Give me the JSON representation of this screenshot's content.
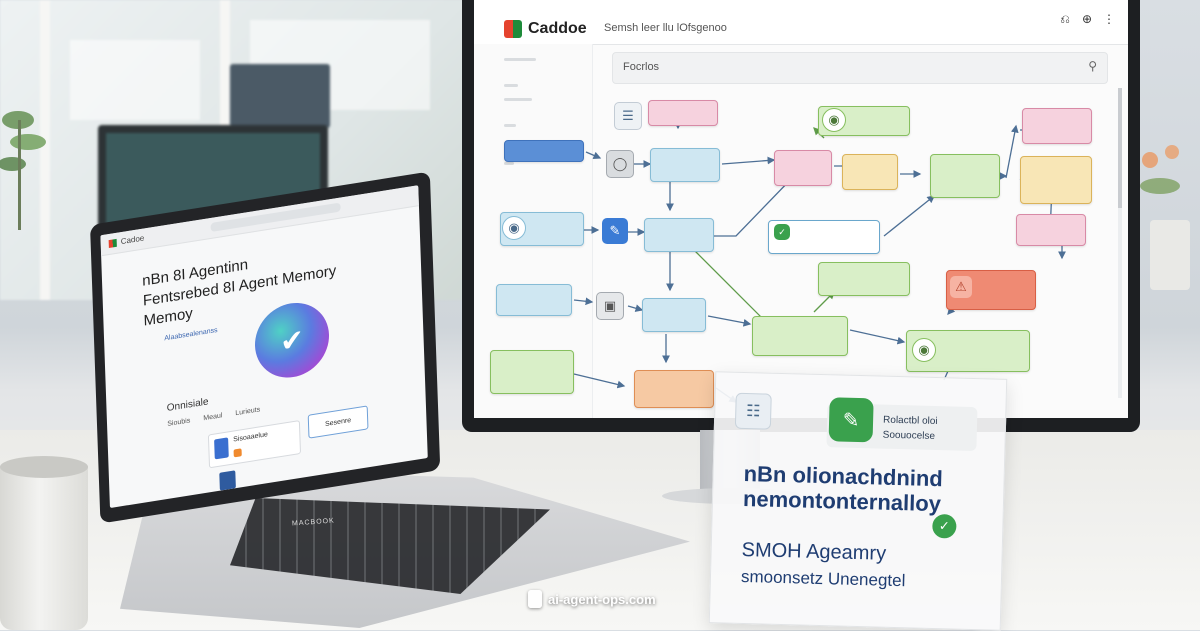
{
  "monitor": {
    "app_title": "Caddoe",
    "header_link": "Semsh leer llu lOfsgenoo",
    "search_label": "Focrlos",
    "header_icons": [
      "bell-icon",
      "help-icon",
      "more-icon"
    ]
  },
  "flow": {
    "nodes": [
      {
        "id": "n1",
        "label": "",
        "color": "pink"
      },
      {
        "id": "n2",
        "label": "",
        "color": "blue"
      },
      {
        "id": "n3",
        "label": "",
        "color": "cyan"
      },
      {
        "id": "n4",
        "label": "",
        "color": "green"
      },
      {
        "id": "n5",
        "label": "",
        "color": "pink"
      },
      {
        "id": "n6",
        "label": "",
        "color": "yellow"
      },
      {
        "id": "n7",
        "label": "",
        "color": "green"
      },
      {
        "id": "n8",
        "label": "",
        "color": "pink"
      },
      {
        "id": "n9",
        "label": "",
        "color": "yellow"
      },
      {
        "id": "n10",
        "label": "",
        "color": "pink"
      }
    ]
  },
  "laptop": {
    "brand": "Cadoe",
    "heading_line1": "nBn 8I Agentinn",
    "heading_line2": "Fentsrebed 8I Agent Memory",
    "heading_line3": "Memoy",
    "tagline": "Alaabsealenanss",
    "section": "Onnisiale",
    "chip1": "Sioubis",
    "chip2": "Meaul",
    "chip3": "Lurieuts",
    "card1": "Sisoaaelue",
    "card2": "Sesenre",
    "bottom_label": "MACBOOK"
  },
  "card": {
    "badge_line1": "Rolactbl oloi",
    "badge_line2": "Soouocelse",
    "title_line1": "nBn olionachdnind",
    "title_line2": "nemontonternalloy",
    "sub_line1": "SMOH Ageamry",
    "sub_line2": "smoonsetz Unenegtel"
  },
  "watermark": {
    "text": "ai-agent-ops.com"
  },
  "colors": {
    "accent_blue": "#5b8fd6",
    "accent_green": "#3aa14d",
    "title_navy": "#1f3d72"
  }
}
